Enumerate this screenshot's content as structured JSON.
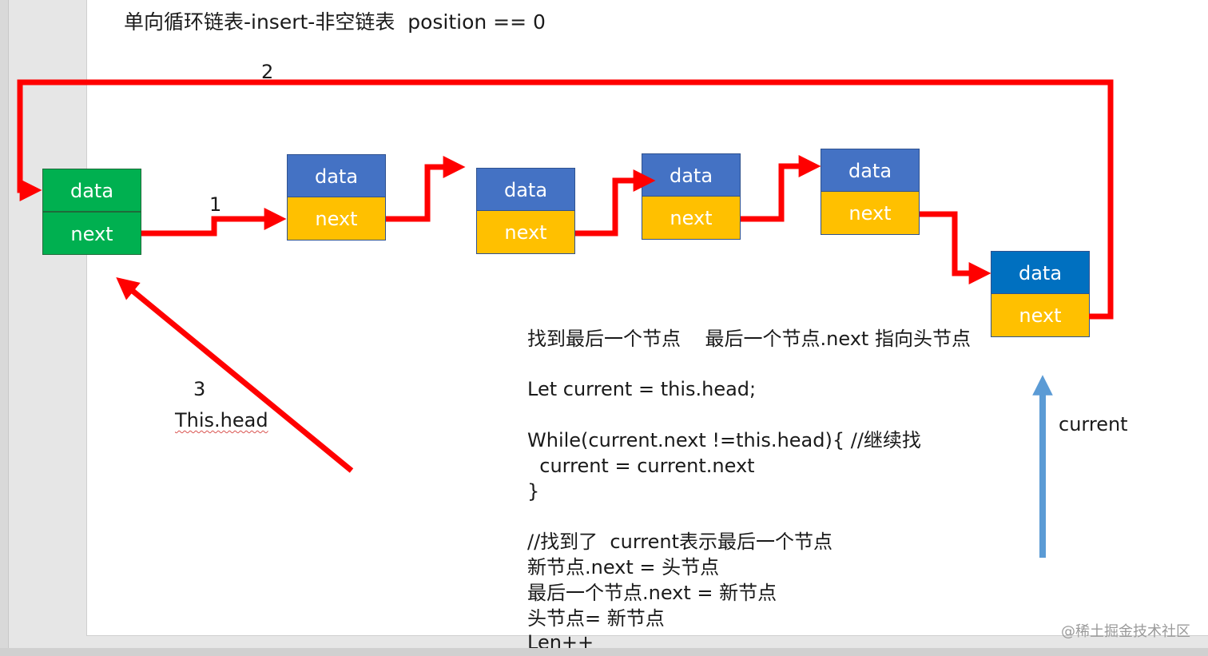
{
  "title": "单向循环链表-insert-非空链表  position == 0",
  "nodes": [
    {
      "data": "data",
      "next": "next"
    },
    {
      "data": "data",
      "next": "next"
    },
    {
      "data": "data",
      "next": "next"
    },
    {
      "data": "data",
      "next": "next"
    },
    {
      "data": "data",
      "next": "next"
    },
    {
      "data": "data",
      "next": "next"
    }
  ],
  "labels": {
    "step1": "1",
    "step2": "2",
    "step3": "3",
    "this_head": "This.head",
    "current": "current"
  },
  "code": {
    "line1": "找到最后一个节点    最后一个节点.next 指向头节点",
    "line2": "Let current = this.head;",
    "line3": "While(current.next !=this.head){ //继续找",
    "line4": "  current = current.next",
    "line5": "}",
    "line6": "//找到了  current表示最后一个节点",
    "line7": "新节点.next = 头节点",
    "line8": "最后一个节点.next = 新节点",
    "line9": "头节点= 新节点",
    "line10": "Len++"
  },
  "watermark": "@稀土掘金技术社区",
  "colors": {
    "head_node": "#00b050",
    "node_data": "#4472c4",
    "node_next": "#ffc000",
    "last_node_data": "#0070c0",
    "arrow_red": "#ff0000",
    "arrow_blue": "#5b9bd5"
  }
}
